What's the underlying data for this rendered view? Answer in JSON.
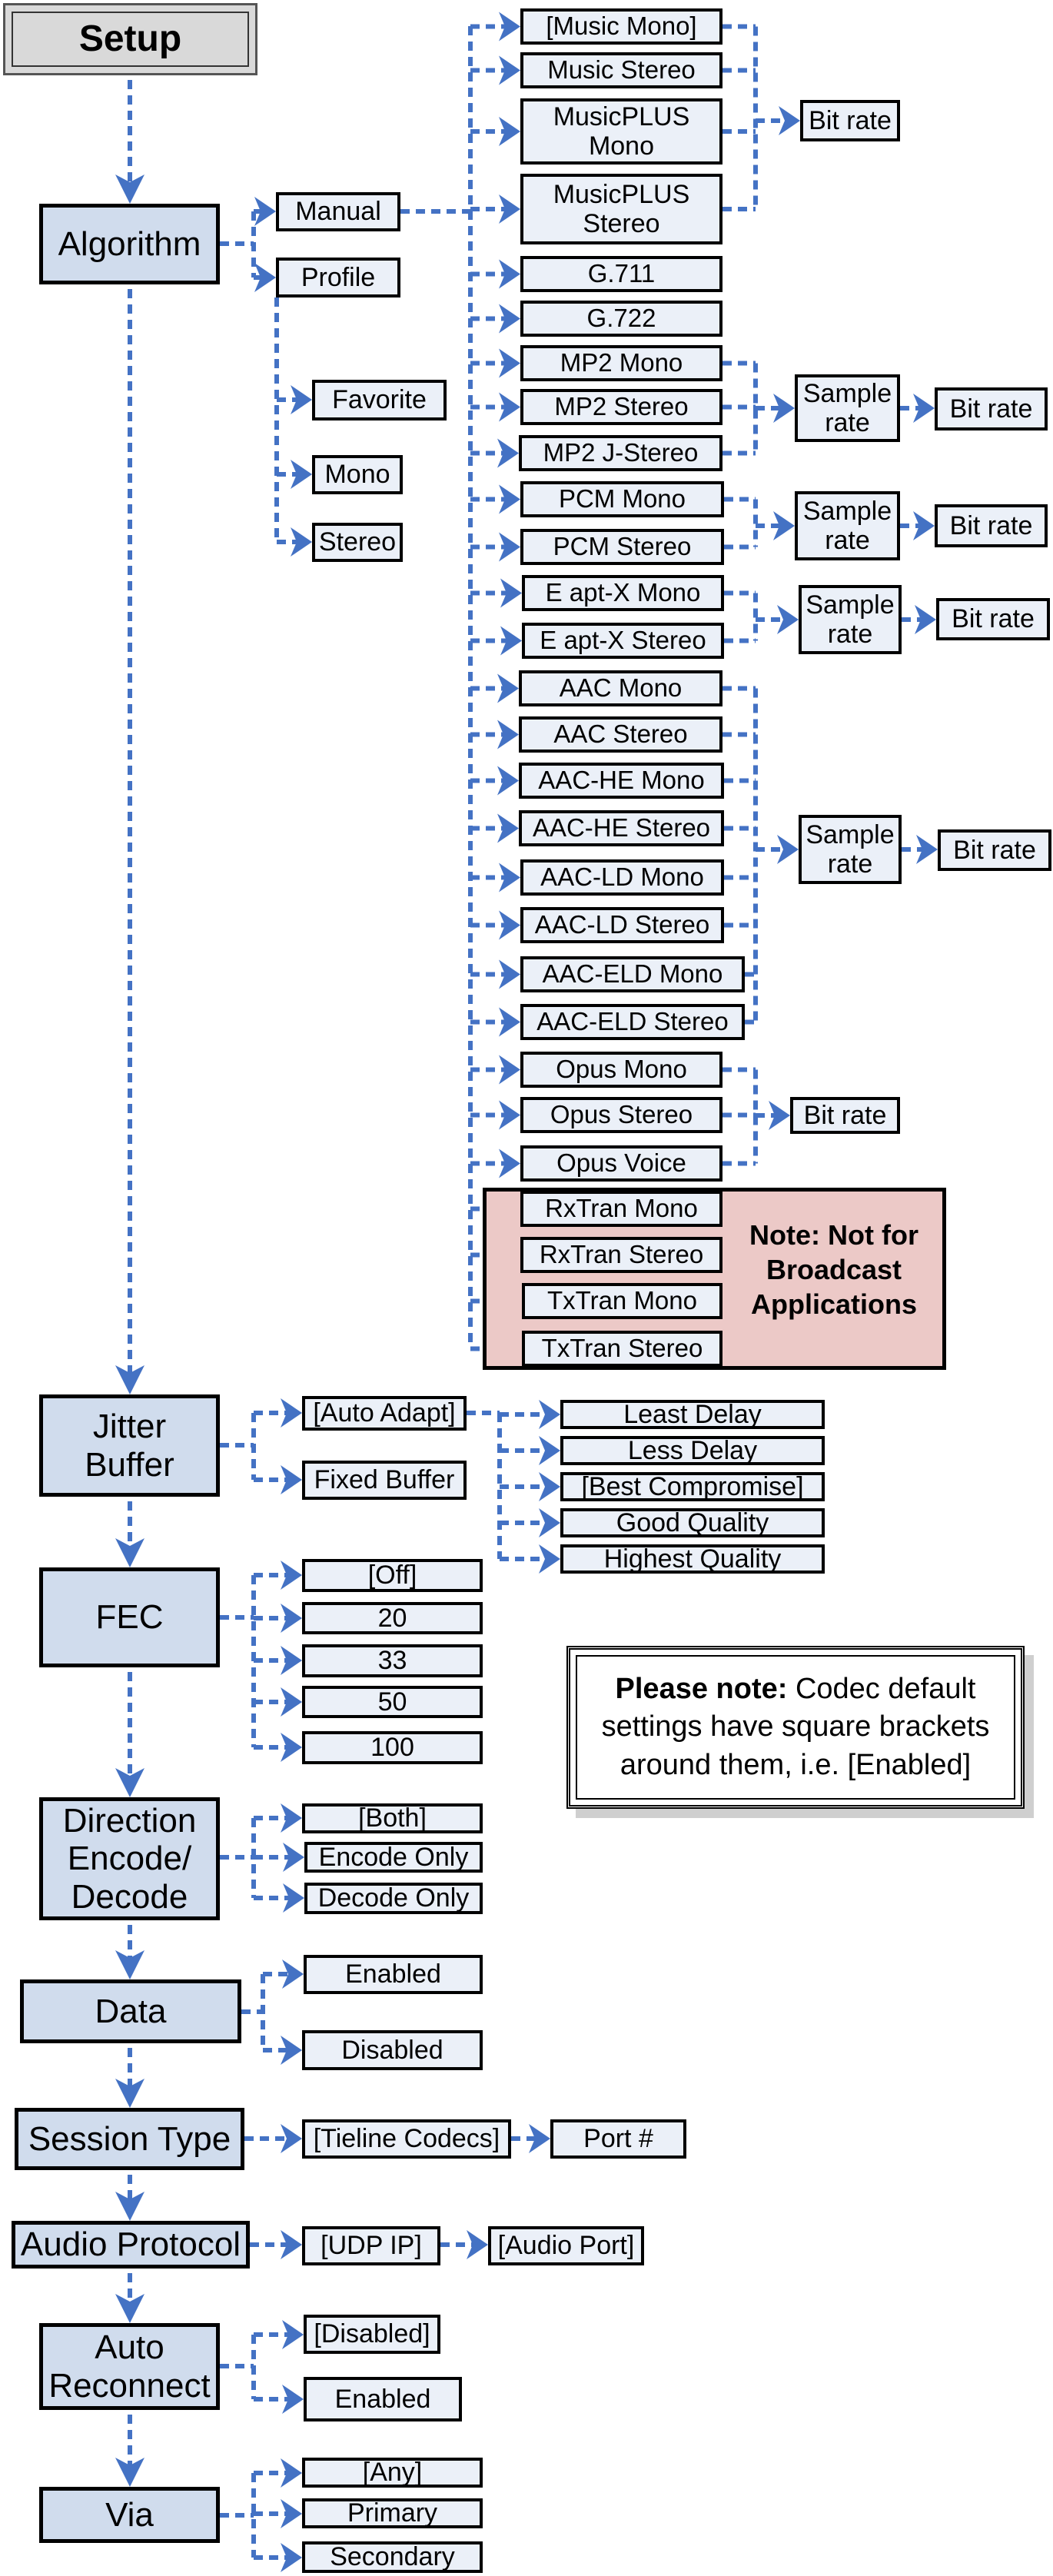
{
  "title": "Setup",
  "colors": {
    "connector": "#4472c4",
    "main_node_fill": "#d0dced",
    "option_fill": "#ebf0f8",
    "setup_fill": "#d9d9d9",
    "warning_fill": "#ecc9c7"
  },
  "algorithm": {
    "label": "Algorithm",
    "modes": [
      "Manual",
      "Profile"
    ],
    "profile_options": [
      "Favorite",
      "Mono",
      "Stereo"
    ],
    "codecs": [
      "[Music Mono]",
      "Music Stereo",
      "MusicPLUS\nMono",
      "MusicPLUS\nStereo",
      "G.711",
      "G.722",
      "MP2 Mono",
      "MP2 Stereo",
      "MP2 J-Stereo",
      "PCM Mono",
      "PCM Stereo",
      "E apt-X Mono",
      "E apt-X Stereo",
      "AAC Mono",
      "AAC Stereo",
      "AAC-HE Mono",
      "AAC-HE Stereo",
      "AAC-LD Mono",
      "AAC-LD Stereo",
      "AAC-ELD Mono",
      "AAC-ELD Stereo",
      "Opus Mono",
      "Opus Stereo",
      "Opus Voice",
      "RxTran Mono",
      "RxTran Stereo",
      "TxTran Mono",
      "TxTran Stereo"
    ],
    "sub_settings": {
      "sample_rate": "Sample\nrate",
      "bit_rate": "Bit rate"
    },
    "transport_note": "Note: Not for\nBroadcast\nApplications"
  },
  "jitter_buffer": {
    "label": "Jitter\nBuffer",
    "modes": [
      "[Auto Adapt]",
      "Fixed Buffer"
    ],
    "auto_adapt_options": [
      "Least Delay",
      "Less Delay",
      "[Best Compromise]",
      "Good Quality",
      "Highest Quality"
    ]
  },
  "fec": {
    "label": "FEC",
    "options": [
      "[Off]",
      "20",
      "33",
      "50",
      "100"
    ]
  },
  "direction": {
    "label": "Direction\nEncode/\nDecode",
    "options": [
      "[Both]",
      "Encode Only",
      "Decode Only"
    ]
  },
  "data": {
    "label": "Data",
    "options": [
      "Enabled",
      "Disabled"
    ]
  },
  "session_type": {
    "label": "Session Type",
    "option": "[Tieline Codecs]",
    "sub": "Port #"
  },
  "audio_protocol": {
    "label": "Audio Protocol",
    "option": "[UDP IP]",
    "sub": "[Audio Port]"
  },
  "auto_reconnect": {
    "label": "Auto\nReconnect",
    "options": [
      "[Disabled]",
      "Enabled"
    ]
  },
  "via": {
    "label": "Via",
    "options": [
      "[Any]",
      "Primary",
      "Secondary"
    ]
  },
  "please_note": {
    "bold": "Please note:",
    "text": " Codec default settings have square brackets around them, i.e. [Enabled]"
  }
}
